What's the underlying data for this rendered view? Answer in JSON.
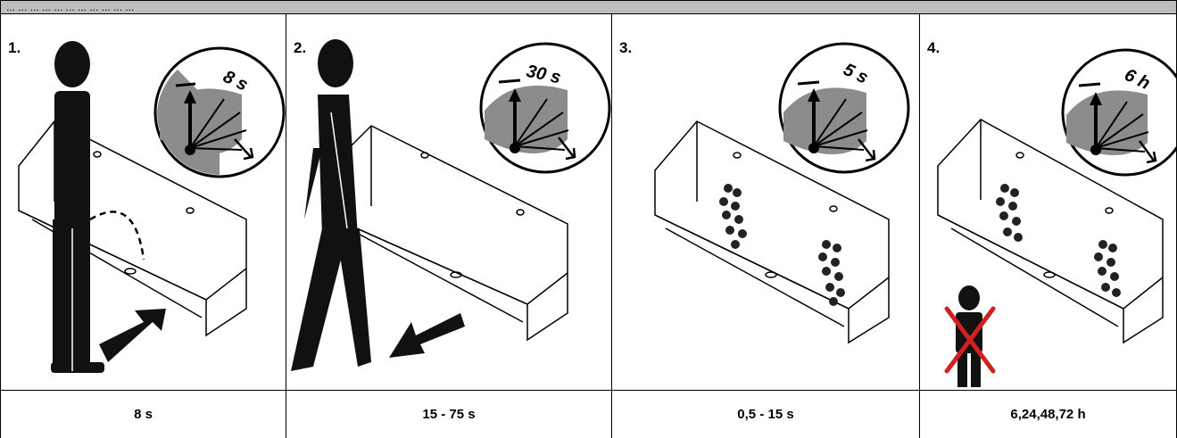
{
  "header": {
    "text": "... ... ... ... ... ... ... ... ... ... ..."
  },
  "steps": [
    {
      "number": "1.",
      "dial": "8 s",
      "duration": "8 s"
    },
    {
      "number": "2.",
      "dial": "30 s",
      "duration": "15 - 75 s"
    },
    {
      "number": "3.",
      "dial": "5 s",
      "duration": "0,5 - 15 s"
    },
    {
      "number": "4.",
      "dial": "6 h",
      "duration": "6,24,48,72 h"
    }
  ],
  "colors": {
    "header_bg": "#bdbdbd",
    "dial_fill": "#8c8c8c",
    "cross": "#d21f1f"
  }
}
